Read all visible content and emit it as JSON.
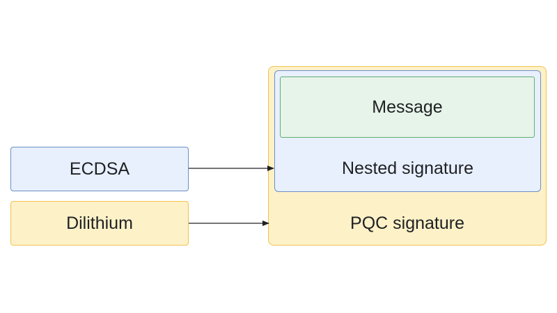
{
  "boxes": {
    "ecdsa": {
      "label": "ECDSA",
      "fill": "#e8f0fe",
      "border": "#6b8fc6"
    },
    "dilithium": {
      "label": "Dilithium",
      "fill": "#fdf1c8",
      "border": "#f2c24e"
    },
    "pqc_signature": {
      "label": "PQC signature",
      "fill": "#fdf1c8",
      "border": "#f2c24e"
    },
    "nested_signature": {
      "label": "Nested signature",
      "fill": "#e8f0fe",
      "border": "#6b8fc6"
    },
    "message": {
      "label": "Message",
      "fill": "#e6f4ea",
      "border": "#5fae6f"
    }
  },
  "edges": [
    {
      "from": "ECDSA",
      "to": "Nested signature"
    },
    {
      "from": "Dilithium",
      "to": "PQC signature"
    }
  ]
}
